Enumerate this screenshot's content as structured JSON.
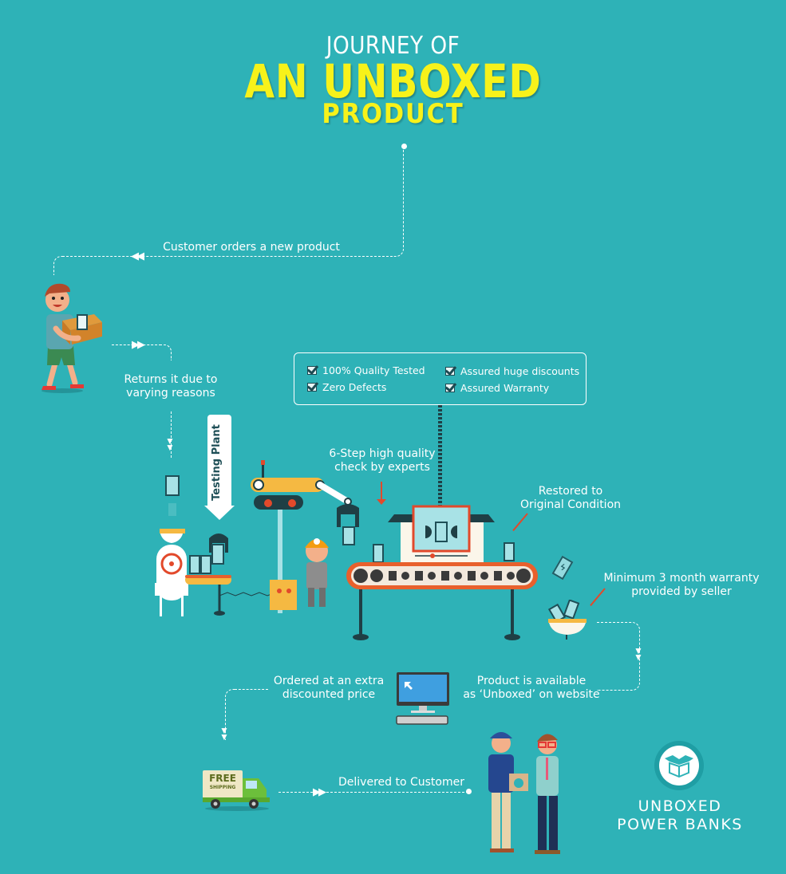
{
  "header": {
    "line1": "JOURNEY OF",
    "line2": "AN UNBOXED",
    "line3": "PRODUCT"
  },
  "steps": {
    "order": "Customer orders a new product",
    "return_l1": "Returns it due to",
    "return_l2": "varying reasons",
    "testing_plant": "Testing Plant",
    "check_l1": "6-Step high quality",
    "check_l2": "check by experts",
    "restored_l1": "Restored to",
    "restored_l2": "Original Condition",
    "warranty_l1": "Minimum 3 month warranty",
    "warranty_l2": "provided by seller",
    "available_l1": "Product is available",
    "available_l2": "as ‘Unboxed’ on website",
    "ordered_l1": "Ordered at an extra",
    "ordered_l2": "discounted price",
    "delivered": "Delivered to Customer"
  },
  "features": [
    "100% Quality Tested",
    "Zero Defects",
    "Assured huge discounts",
    "Assured Warranty"
  ],
  "truck": {
    "line1": "FREE",
    "line2": "SHIPPING"
  },
  "brand": {
    "line1": "UNBOXED",
    "line2": "POWER BANKS"
  },
  "colors": {
    "background": "#2eb2b7",
    "title_accent": "#f7f21a",
    "arrow_red": "#e2492b",
    "conveyor_orange": "#e8602c",
    "machine_yellow": "#f5b942"
  }
}
